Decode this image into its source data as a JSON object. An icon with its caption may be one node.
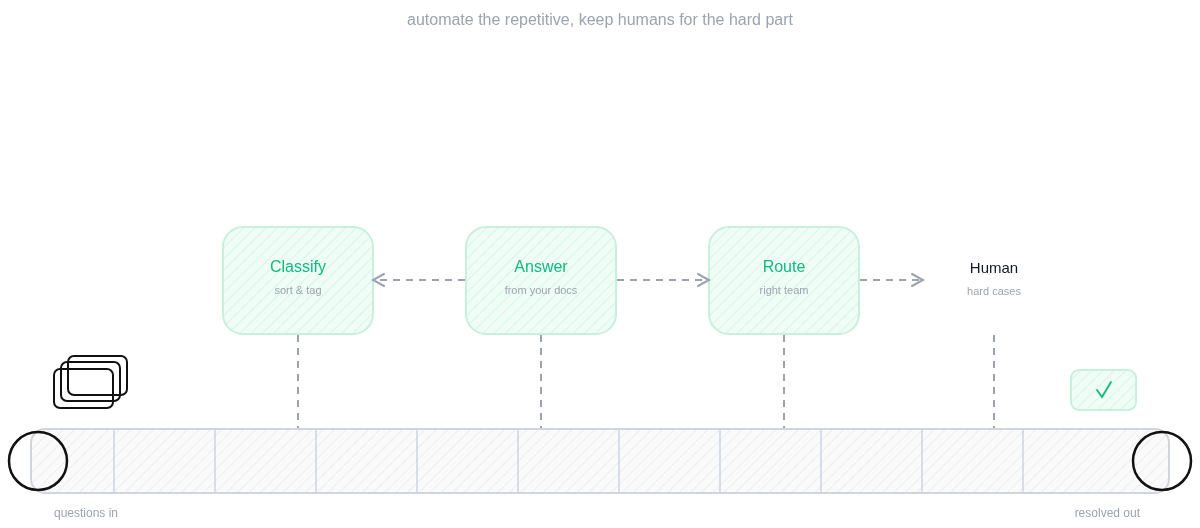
{
  "diagram": {
    "title": "automate the repetitive, keep humans for the hard part",
    "nodes": [
      {
        "text": [
          "Classify",
          "sort & tag"
        ]
      },
      {
        "text": [
          "Answer",
          "from your docs"
        ]
      },
      {
        "text": [
          "Route",
          "right team"
        ]
      },
      {
        "text": [
          "Human",
          "hard cases"
        ]
      },
      {
        "text": [],
        "shape": "bar"
      },
      {
        "text": [],
        "shape": "box"
      }
    ],
    "edges": [
      {
        "from": 1,
        "to": 0,
        "arrow": "to",
        "style": "dashed"
      },
      {
        "from": 1,
        "to": 2,
        "arrow": "to",
        "style": "dashed"
      },
      {
        "from": 2,
        "to": 3,
        "arrow": "to",
        "style": "dashed"
      },
      {
        "from": 0,
        "to": 4,
        "arrow": "none",
        "style": "dashed"
      },
      {
        "from": 1,
        "to": 4,
        "arrow": "none",
        "style": "dashed"
      },
      {
        "from": 2,
        "to": 4,
        "arrow": "none",
        "style": "dashed"
      },
      {
        "from": 3,
        "to": 4,
        "arrow": "none",
        "style": "dashed"
      }
    ],
    "labels": [
      "questions in",
      "resolved out"
    ]
  }
}
